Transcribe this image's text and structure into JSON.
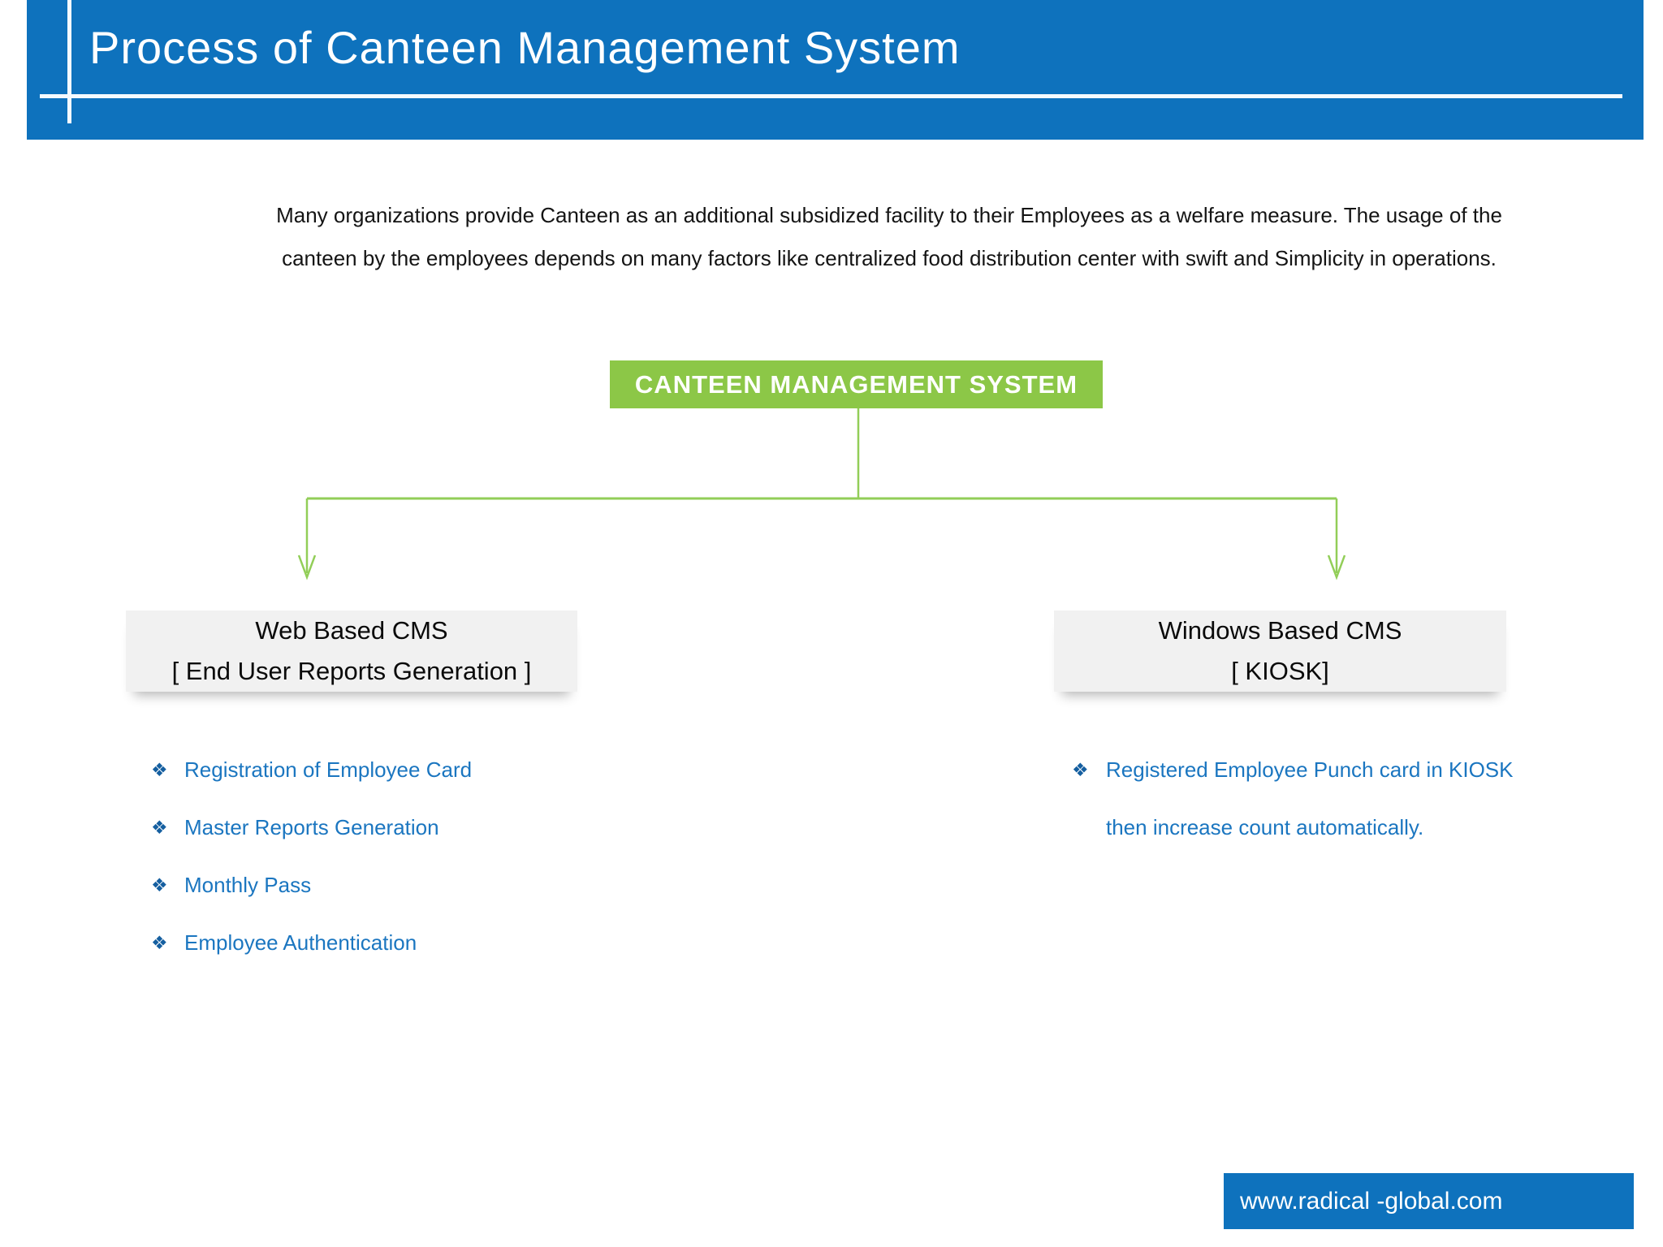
{
  "slide": {
    "title": "Process of Canteen Management System",
    "intro_lines": [
      "Many organizations provide Canteen as an additional subsidized facility to their Employees as a welfare measure. The usage of the",
      "canteen by the employees depends on many factors like centralized food distribution center with swift and Simplicity in operations."
    ],
    "diagram": {
      "root": {
        "label": "CANTEEN MANAGEMENT SYSTEM"
      },
      "bullet_glyph": "❖",
      "left_branch": {
        "node_line1": "Web Based CMS",
        "node_line2": "[ End User Reports Generation ]",
        "items": [
          "Registration of Employee Card",
          "Master Reports Generation",
          "Monthly Pass",
          "Employee Authentication"
        ]
      },
      "right_branch": {
        "node_line1": "Windows Based CMS",
        "node_line2": "[ KIOSK]",
        "item_line1": "Registered Employee Punch card in KIOSK",
        "item_line2": "then increase count automatically."
      }
    },
    "footer": {
      "website": "www.radical -global.com"
    },
    "colors": {
      "header_blue": "#0e72bd",
      "footer_blue": "#0e72bd",
      "root_node_green": "#8cc747",
      "connector_green": "#92ce58",
      "branch_node_bg": "#f1f1f1",
      "bullet_text_blue": "#1b76c0",
      "bullet_glyph_blue": "#155fa0"
    }
  }
}
